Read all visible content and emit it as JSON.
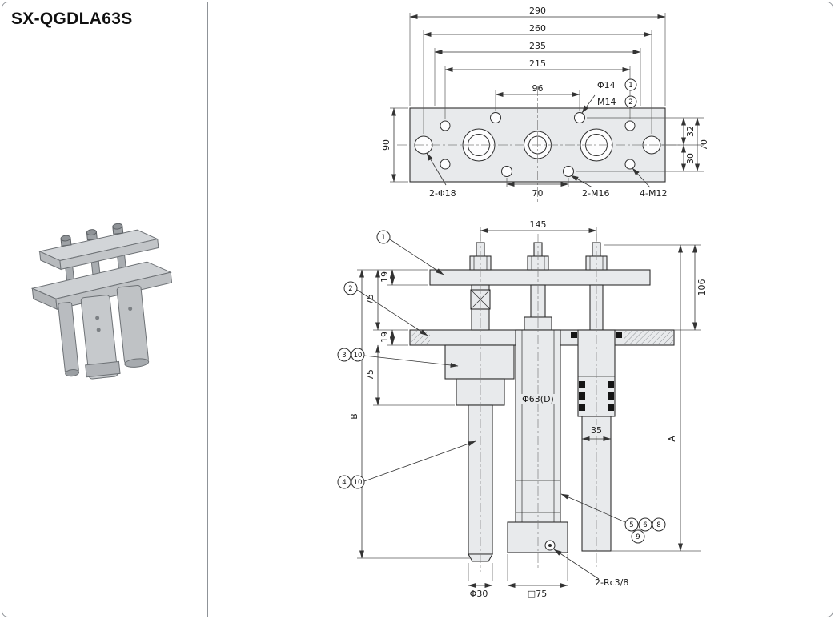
{
  "page": {
    "title": "SX-QGDLA63S"
  },
  "style": {
    "line_color": "#333333",
    "part_fill": "#e8eaec"
  },
  "top_view": {
    "dims": {
      "h290": "290",
      "h260": "260",
      "h235": "235",
      "h215": "215",
      "h96": "96",
      "v90": "90",
      "v32": "32",
      "v30": "30",
      "v70": "70",
      "b70": "70"
    },
    "labels": {
      "phi14": "Φ14",
      "m14": "M14",
      "phi18": "2-Φ18",
      "m16": "2-M16",
      "m12": "4-M12"
    },
    "callouts": {
      "c1": "1",
      "c2": "2"
    }
  },
  "front_view": {
    "dims": {
      "h145": "145",
      "t19a": "19",
      "s75a": "75",
      "t19b": "19",
      "s75b": "75",
      "B": "B",
      "v106": "106",
      "A": "A",
      "w35": "35",
      "phi63": "Φ63(D)",
      "phi30": "Φ30",
      "sq75": "□75",
      "rc": "2-Rc3/8"
    },
    "callouts": {
      "c1": "1",
      "c2": "2",
      "c3": "3",
      "c10a": "10",
      "c4": "4",
      "c10b": "10",
      "c5": "5",
      "c6": "6",
      "c8": "8",
      "c9": "9"
    }
  }
}
